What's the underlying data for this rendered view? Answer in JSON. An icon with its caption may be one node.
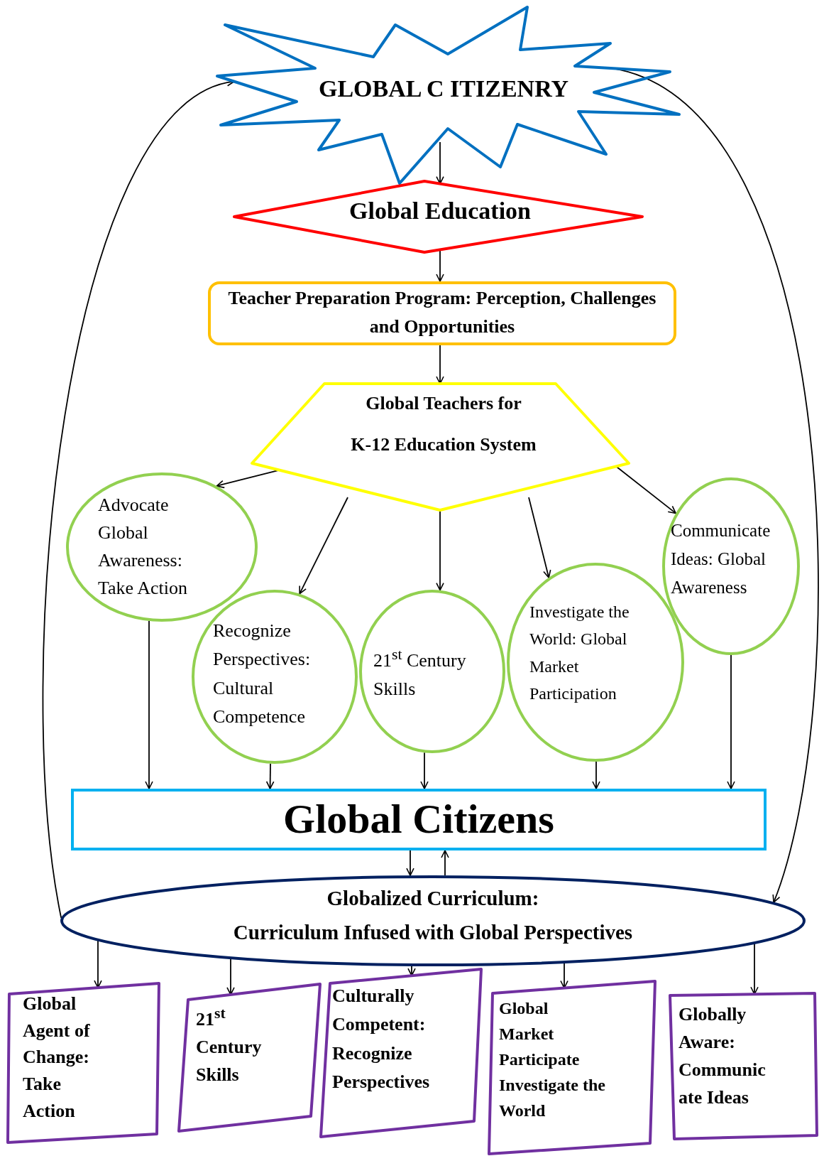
{
  "diagram": {
    "nodes": [
      {
        "text": [
          "GLOBAL C ITIZENRY"
        ]
      },
      {
        "text": [
          "Global Education"
        ]
      },
      {
        "text": [
          "Teacher Preparation Program: Perception, Challenges and Opportunities"
        ]
      },
      {
        "text": [
          "Global Teachers for",
          "K-12 Education System"
        ]
      },
      {
        "text": [
          "Advocate Global Awareness: Take Action"
        ]
      },
      {
        "text": [
          "Recognize Perspectives: Cultural Competence"
        ]
      },
      {
        "text": [
          "21$^{st}$ Century Skills"
        ]
      },
      {
        "text": [
          "Investigate the World: Global Market Participation"
        ]
      },
      {
        "text": [
          "Communicate Ideas: Global Awareness"
        ]
      },
      {
        "text": [
          "Global Citizens"
        ]
      },
      {
        "text": [
          "Globalized Curriculum:",
          "Curriculum Infused with Global Perspectives"
        ]
      },
      {
        "text": [
          "Global Agent of Change: Take Action"
        ]
      },
      {
        "text": [
          "21$^{st}$ Century Skills"
        ]
      },
      {
        "text": [
          "Culturally Competent: Recognize Perspectives"
        ]
      },
      {
        "text": [
          "Global Market Participate Investigate the World"
        ]
      },
      {
        "text": [
          "Globally Aware: Communic ate Ideas"
        ]
      }
    ],
    "edges": [
      {
        "from": 0,
        "to": 1,
        "arrow": "to"
      },
      {
        "from": 1,
        "to": 2,
        "arrow": "to"
      },
      {
        "from": 2,
        "to": 3,
        "arrow": "to"
      },
      {
        "from": 3,
        "to": 4,
        "arrow": "to"
      },
      {
        "from": 3,
        "to": 5,
        "arrow": "to"
      },
      {
        "from": 3,
        "to": 6,
        "arrow": "to"
      },
      {
        "from": 3,
        "to": 7,
        "arrow": "to"
      },
      {
        "from": 3,
        "to": 8,
        "arrow": "to"
      },
      {
        "from": 4,
        "to": 9,
        "arrow": "to"
      },
      {
        "from": 5,
        "to": 9,
        "arrow": "to"
      },
      {
        "from": 6,
        "to": 9,
        "arrow": "to"
      },
      {
        "from": 7,
        "to": 9,
        "arrow": "to"
      },
      {
        "from": 8,
        "to": 9,
        "arrow": "to"
      },
      {
        "from": 9,
        "to": 10,
        "arrow": "to"
      },
      {
        "from": 10,
        "to": 9,
        "arrow": "to"
      },
      {
        "from": 10,
        "to": 11,
        "arrow": "to"
      },
      {
        "from": 10,
        "to": 12,
        "arrow": "to"
      },
      {
        "from": 10,
        "to": 13,
        "arrow": "to"
      },
      {
        "from": 10,
        "to": 14,
        "arrow": "to"
      },
      {
        "from": 10,
        "to": 15,
        "arrow": "to"
      },
      {
        "from": 10,
        "to": 0,
        "arrow": "to"
      },
      {
        "from": 0,
        "to": 10,
        "arrow": "to"
      }
    ]
  }
}
